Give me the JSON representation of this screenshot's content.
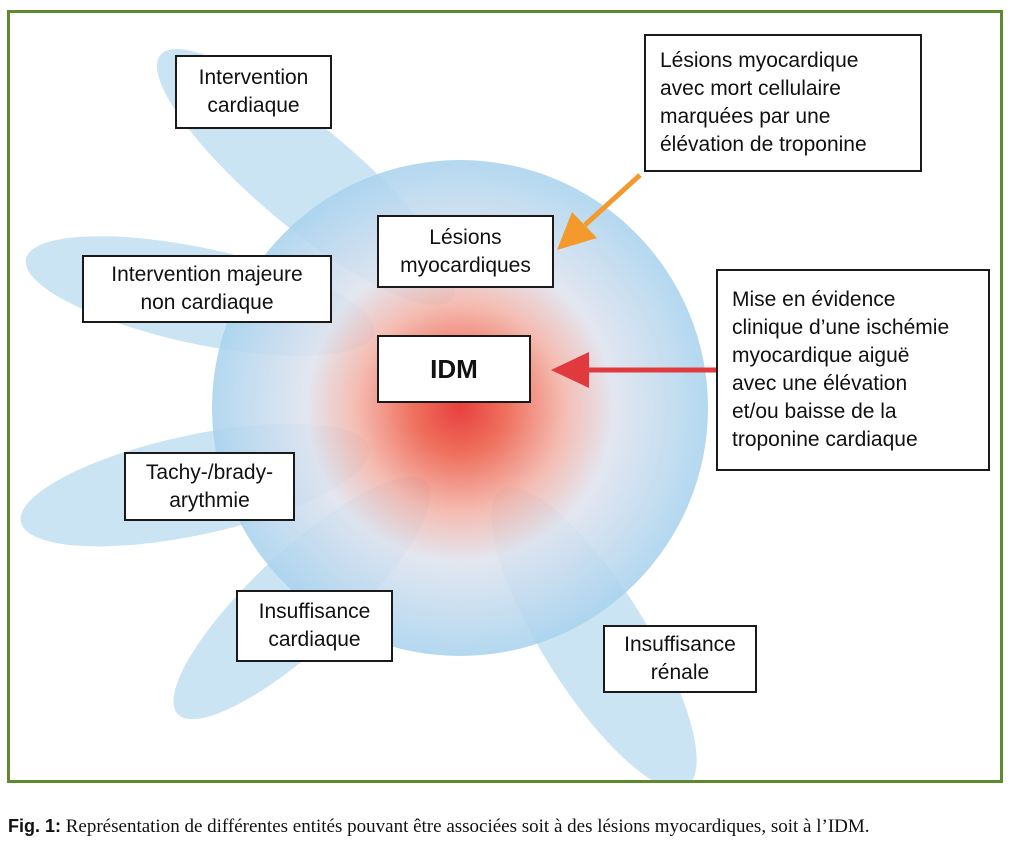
{
  "diagram": {
    "center": "IDM",
    "lesions_box": "Lésions\nmyocardiques",
    "top_right_note": "Lésions myocardique\navec mort cellulaire\nmarquées par une\nélévation de troponine",
    "right_note": "Mise en évidence\nclinique d’une ischémie\nmyocardique aiguë\navec une élévation\net/ou baisse de la\ntroponine cardiaque",
    "petals": {
      "intervention_cardiaque": "Intervention\ncardiaque",
      "intervention_majeure": "Intervention majeure\nnon cardiaque",
      "tachy_brady": "Tachy-/brady-\narythmie",
      "insuffisance_cardiaque": "Insuffisance\ncardiaque",
      "insuffisance_renale": "Insuffisance\nrénale"
    },
    "colors": {
      "border": "#5d8a2e",
      "halo_red": "#e53030",
      "halo_blue": "#a9d3ee",
      "arrow_orange": "#f39a2c",
      "arrow_red": "#e03a3e"
    }
  },
  "caption": {
    "label": "Fig. 1:",
    "text": " Représentation de différentes entités pouvant être associées soit à des lésions myocardiques, soit à l’IDM."
  }
}
